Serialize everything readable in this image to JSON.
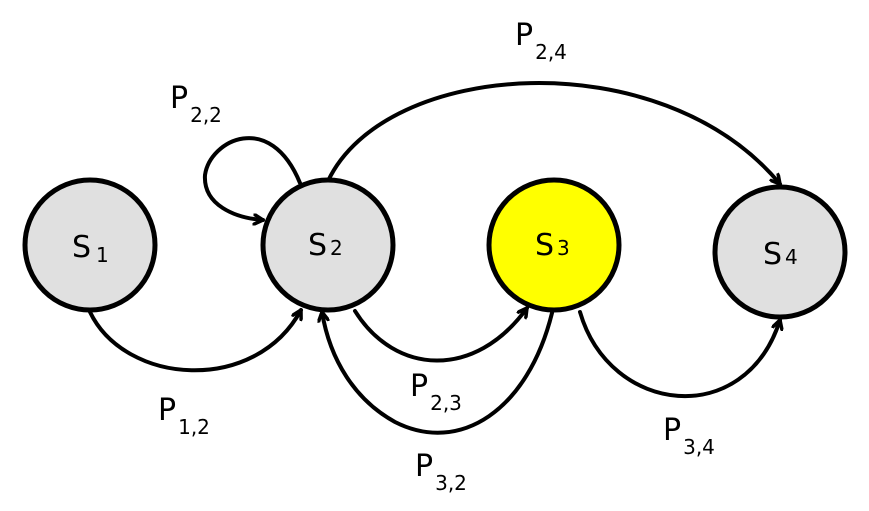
{
  "colors": {
    "node_default": "#e0e0e0",
    "node_highlight": "#ffff00",
    "stroke": "#000000",
    "background": "#ffffff"
  },
  "nodes": [
    {
      "id": "s1",
      "letter": "S",
      "sub": "1",
      "highlighted": false
    },
    {
      "id": "s2",
      "letter": "S",
      "sub": "2",
      "highlighted": false
    },
    {
      "id": "s3",
      "letter": "S",
      "sub": "3",
      "highlighted": true
    },
    {
      "id": "s4",
      "letter": "S",
      "sub": "4",
      "highlighted": false
    }
  ],
  "edges": [
    {
      "id": "p12",
      "from": "s1",
      "to": "s2",
      "letter": "P",
      "sub": "1,2"
    },
    {
      "id": "p22",
      "from": "s2",
      "to": "s2",
      "letter": "P",
      "sub": "2,2"
    },
    {
      "id": "p23",
      "from": "s2",
      "to": "s3",
      "letter": "P",
      "sub": "2,3"
    },
    {
      "id": "p32",
      "from": "s3",
      "to": "s2",
      "letter": "P",
      "sub": "3,2"
    },
    {
      "id": "p24",
      "from": "s2",
      "to": "s4",
      "letter": "P",
      "sub": "2,4"
    },
    {
      "id": "p34",
      "from": "s3",
      "to": "s4",
      "letter": "P",
      "sub": "3,4"
    }
  ]
}
